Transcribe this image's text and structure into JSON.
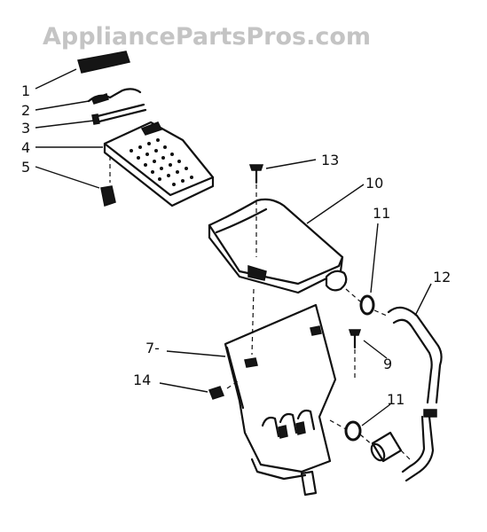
{
  "watermark": "AppliancePartsPros.com",
  "callouts": {
    "c1": "1",
    "c2": "2",
    "c3": "3",
    "c4": "4",
    "c5": "5",
    "c7": "7-",
    "c9": "9",
    "c10": "10",
    "c11a": "11",
    "c11b": "11",
    "c12": "12",
    "c13": "13",
    "c14": "14"
  }
}
